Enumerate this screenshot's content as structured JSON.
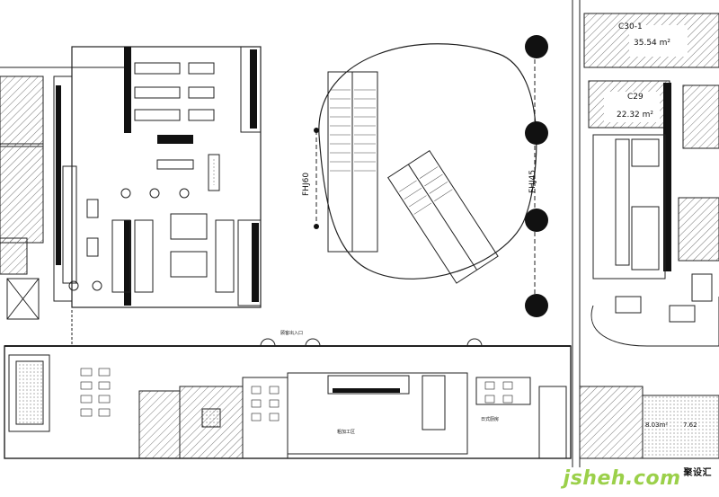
{
  "rooms": {
    "c30_name": "C30-1",
    "c30_area": "35.54 m²",
    "c29_name": "C29",
    "c29_area": "22.32 m²",
    "area_a": "8.03m²",
    "area_b": "7.62"
  },
  "labels": {
    "fhj60": "FHJ60",
    "fhj45": "FHJ45",
    "entrance": "顾客出入口",
    "kitchen": "日式厨房",
    "prep": "粗加工区"
  },
  "watermark": {
    "brand": "jsheh.com",
    "sub": "聚设汇"
  }
}
